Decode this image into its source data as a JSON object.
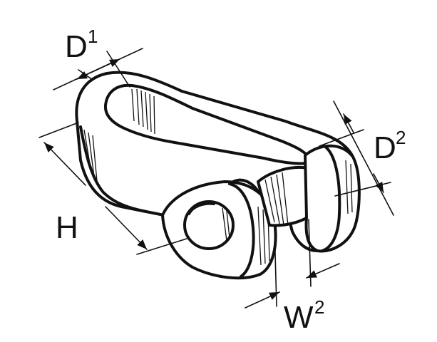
{
  "labels": {
    "d1": {
      "main": "D",
      "sup": "1"
    },
    "d2": {
      "main": "D",
      "sup": "2"
    },
    "h": {
      "main": "H"
    },
    "w2": {
      "main": "W",
      "sup": "2"
    }
  },
  "colors": {
    "line": "#111111",
    "background": "#ffffff"
  }
}
